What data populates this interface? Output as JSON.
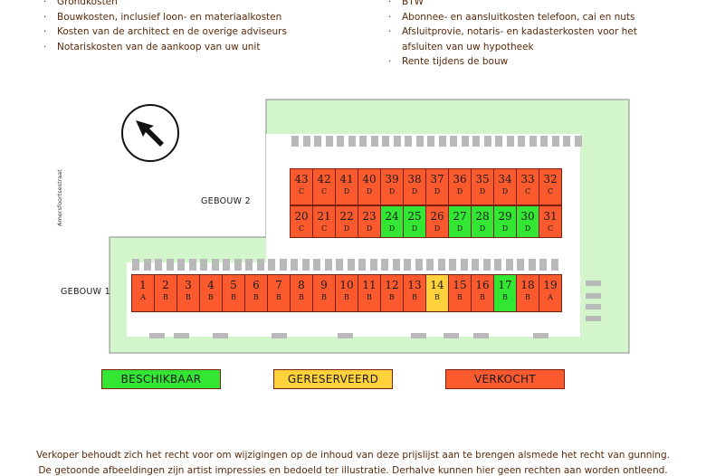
{
  "costs_left": [
    "Grondkosten",
    "Bouwkosten, inclusief loon- en materiaalkosten",
    "Kosten van de architect en de overige adviseurs",
    "Notariskosten van de aankoop van uw unit"
  ],
  "costs_right": [
    {
      "text": "BTW",
      "bullet": true
    },
    {
      "text": "Abonnee- en aansluitkosten telefoon, cai en nuts",
      "bullet": true
    },
    {
      "text": "Afsluitprovie, notaris- en kadasterkosten voor het",
      "bullet": true
    },
    {
      "text": "afsluiten van uw hypotheek",
      "bullet": false
    },
    {
      "text": "Rente tijdens de bouw",
      "bullet": true
    }
  ],
  "street_label": "Amersfoortsestraat",
  "building_labels": {
    "gebouw1": "GEBOUW 1",
    "gebouw2": "GEBOUW 2"
  },
  "colors": {
    "available": "#33e633",
    "reserved": "#ffd23c",
    "sold": "#fb5a2f",
    "grass": "#d3f5cc",
    "parking": "#b9b9b9",
    "text": "#5a2a0a"
  },
  "building2_top": [
    {
      "nr": "43",
      "type": "C",
      "status": "sold"
    },
    {
      "nr": "42",
      "type": "C",
      "status": "sold"
    },
    {
      "nr": "41",
      "type": "D",
      "status": "sold"
    },
    {
      "nr": "40",
      "type": "D",
      "status": "sold"
    },
    {
      "nr": "39",
      "type": "D",
      "status": "sold"
    },
    {
      "nr": "38",
      "type": "D",
      "status": "sold"
    },
    {
      "nr": "37",
      "type": "D",
      "status": "sold"
    },
    {
      "nr": "36",
      "type": "D",
      "status": "sold"
    },
    {
      "nr": "35",
      "type": "D",
      "status": "sold"
    },
    {
      "nr": "34",
      "type": "D",
      "status": "sold"
    },
    {
      "nr": "33",
      "type": "C",
      "status": "sold"
    },
    {
      "nr": "32",
      "type": "C",
      "status": "sold"
    }
  ],
  "building2_bottom": [
    {
      "nr": "20",
      "type": "C",
      "status": "sold"
    },
    {
      "nr": "21",
      "type": "C",
      "status": "sold"
    },
    {
      "nr": "22",
      "type": "D",
      "status": "sold"
    },
    {
      "nr": "23",
      "type": "D",
      "status": "sold"
    },
    {
      "nr": "24",
      "type": "D",
      "status": "available"
    },
    {
      "nr": "25",
      "type": "D",
      "status": "available"
    },
    {
      "nr": "26",
      "type": "D",
      "status": "sold"
    },
    {
      "nr": "27",
      "type": "D",
      "status": "available"
    },
    {
      "nr": "28",
      "type": "D",
      "status": "available"
    },
    {
      "nr": "29",
      "type": "D",
      "status": "available"
    },
    {
      "nr": "30",
      "type": "D",
      "status": "available"
    },
    {
      "nr": "31",
      "type": "C",
      "status": "sold"
    }
  ],
  "building1": [
    {
      "nr": "1",
      "type": "A",
      "status": "sold"
    },
    {
      "nr": "2",
      "type": "B",
      "status": "sold"
    },
    {
      "nr": "3",
      "type": "B",
      "status": "sold"
    },
    {
      "nr": "4",
      "type": "B",
      "status": "sold"
    },
    {
      "nr": "5",
      "type": "B",
      "status": "sold"
    },
    {
      "nr": "6",
      "type": "B",
      "status": "sold"
    },
    {
      "nr": "7",
      "type": "B",
      "status": "sold"
    },
    {
      "nr": "8",
      "type": "B",
      "status": "sold"
    },
    {
      "nr": "9",
      "type": "B",
      "status": "sold"
    },
    {
      "nr": "10",
      "type": "B",
      "status": "sold"
    },
    {
      "nr": "11",
      "type": "B",
      "status": "sold"
    },
    {
      "nr": "12",
      "type": "B",
      "status": "sold"
    },
    {
      "nr": "13",
      "type": "B",
      "status": "sold"
    },
    {
      "nr": "14",
      "type": "B",
      "status": "reserved"
    },
    {
      "nr": "15",
      "type": "B",
      "status": "sold"
    },
    {
      "nr": "16",
      "type": "B",
      "status": "sold"
    },
    {
      "nr": "17",
      "type": "B",
      "status": "available"
    },
    {
      "nr": "18",
      "type": "B",
      "status": "sold"
    },
    {
      "nr": "19",
      "type": "A",
      "status": "sold"
    }
  ],
  "legend": {
    "available": "BESCHIKBAAR",
    "reserved": "GERESERVEERD",
    "sold": "VERKOCHT"
  },
  "footer": {
    "line1": "Verkoper behoudt zich het recht voor om wijzigingen op de inhoud van deze prijslijst aan te brengen alsmede het recht van gunning.",
    "line2": "De getoonde afbeeldingen zijn artist impressies en bedoeld ter illustratie. Derhalve kunnen hier geen rechten aan worden ontleend."
  }
}
